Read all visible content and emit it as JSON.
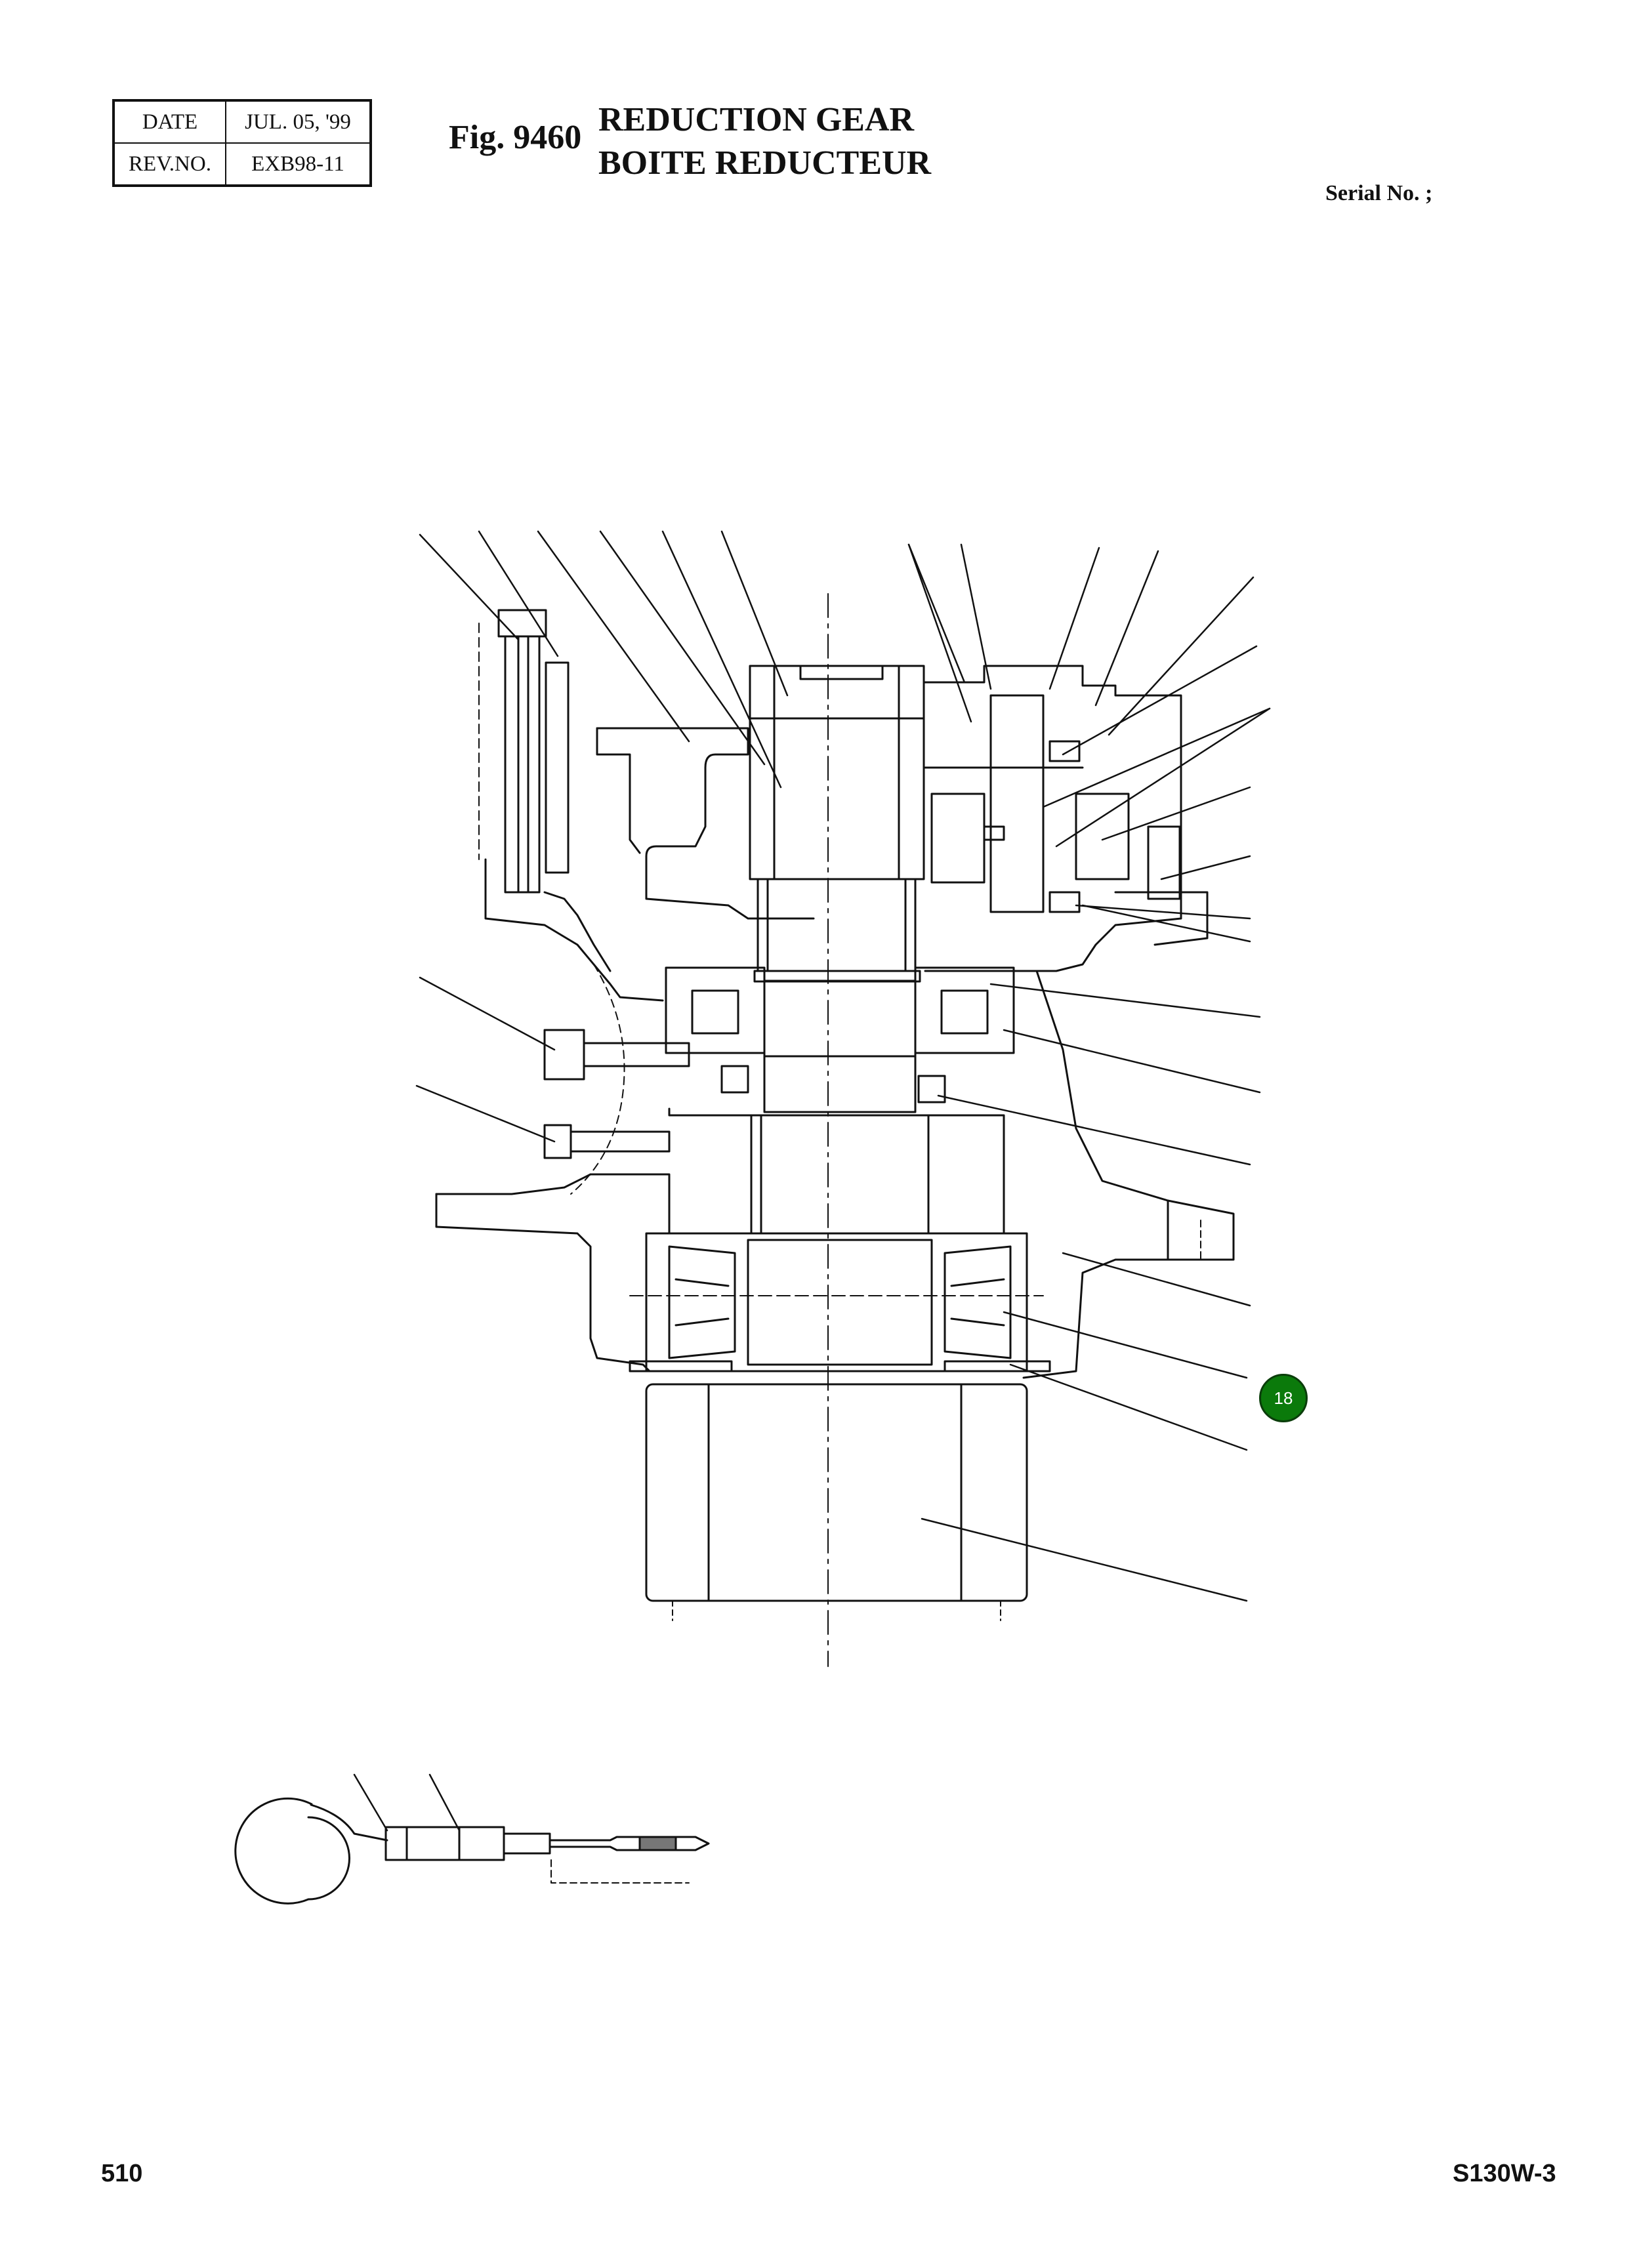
{
  "revision": {
    "date_label": "DATE",
    "date_value": "JUL. 05, '99",
    "rev_label": "REV.NO.",
    "rev_value": "EXB98-11"
  },
  "figure": {
    "number": "Fig. 9460",
    "title_en": "REDUCTION GEAR",
    "title_fr": "BOITE REDUCTEUR"
  },
  "serial_label": "Serial No. ;",
  "callout": {
    "number": "18",
    "color": "#0b7a0b"
  },
  "footer": {
    "page_number": "510",
    "model": "S130W-3"
  }
}
